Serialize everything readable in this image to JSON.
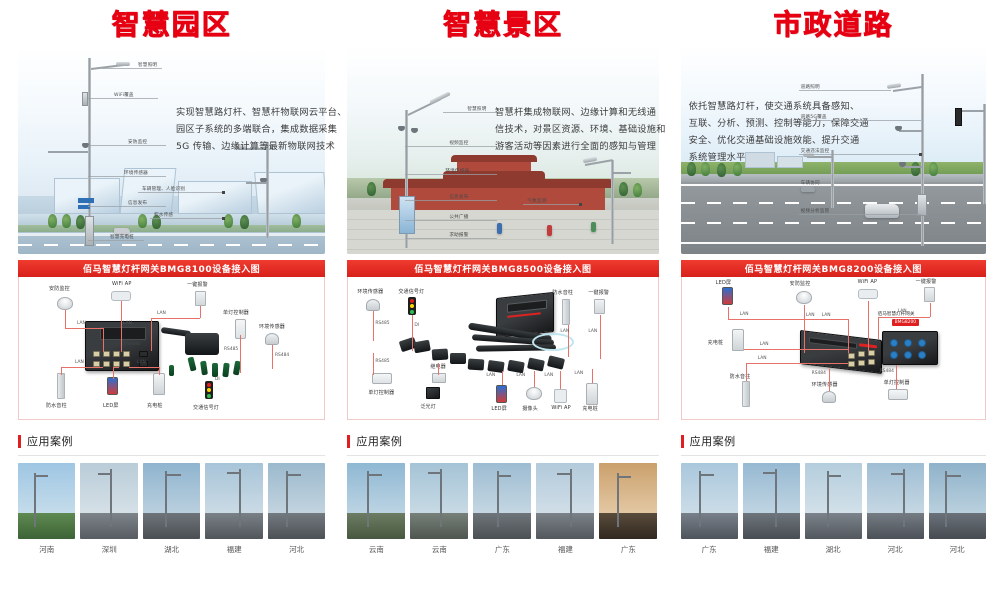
{
  "panels": [
    {
      "id": "smart-park",
      "title": "智慧园区",
      "description": [
        "实现智慧路灯杆、智慧杆物联网云平台、",
        "园区子系统的多端联合，集成数据采集",
        "5G 传输、边缘计算等最新物联网技术"
      ],
      "pole_labels": [
        "智慧照明",
        "WiFi覆盖",
        "安防监控",
        "环境传感器",
        "信息发布",
        "智慧充电桩",
        "车辆管理、人脸识别",
        "积水传感"
      ],
      "banner": "佰马智慧灯杆网关BMG8100设备接入图",
      "diagram_labels": [
        "安防监控",
        "WiFi AP",
        "一键报警",
        "单灯控制器",
        "环境传感器",
        "防水音柱",
        "LED屏",
        "充电桩",
        "交通信号灯"
      ],
      "diagram_links": [
        "LAN",
        "LAN",
        "LAN",
        "LAN",
        "LAN",
        "LAN",
        "RS485",
        "RS484",
        "DI"
      ],
      "case_title": "应用案例",
      "cases": [
        "河南",
        "深圳",
        "湖北",
        "福建",
        "河北"
      ]
    },
    {
      "id": "smart-scenic",
      "title": "智慧景区",
      "description": [
        "智慧杆集成物联网、边缘计算和无线通",
        "信技术，对景区资源、环境、基础设施和",
        "游客活动等因素进行全面的感知与管理"
      ],
      "pole_labels": [
        "智慧照明",
        "视频监控",
        "环境传感器",
        "信息发布",
        "公共广播",
        "求助报警",
        "气象监测"
      ],
      "banner": "佰马智慧灯杆网关BMG8500设备接入图",
      "diagram_labels": [
        "环境传感器",
        "交通信号灯",
        "单灯控制器",
        "继电器",
        "泛光灯",
        "防水音柱",
        "一键报警",
        "LED屏",
        "摄像头",
        "WiFi AP",
        "充电桩"
      ],
      "diagram_links": [
        "RS485",
        "RS485",
        "DI",
        "LAN",
        "LAN",
        "LAN",
        "LAN",
        "LAN",
        "LAN"
      ],
      "case_title": "应用案例",
      "cases": [
        "云南",
        "云南",
        "广东",
        "福建",
        "广东"
      ]
    },
    {
      "id": "municipal-road",
      "title": "市政道路",
      "description": [
        "依托智慧路灯杆，使交通系统具备感知、",
        "互联、分析、预测、控制等能力，保障交通",
        "安全、优化交通基础设施效能、提升交通",
        "系统管理水平"
      ],
      "pole_labels": [
        "道路照明",
        "道路5G覆盖",
        "交通违法监控",
        "车辆协同",
        "视频分析监管"
      ],
      "banner": "佰马智慧灯杆网关BMG8200设备接入图",
      "diagram_labels": [
        "LED屏",
        "安防监控",
        "WiFi AP",
        "一键报警",
        "充电桩",
        "防水音柱",
        "环境传感器",
        "单灯控制器"
      ],
      "diagram_links": [
        "LAN",
        "LAN",
        "LAN",
        "LAN",
        "LAN",
        "LAN",
        "RS484",
        "RS484"
      ],
      "gateway_tag": "佰马智慧灯杆网关",
      "gateway_chip": "BMG8200",
      "case_title": "应用案例",
      "cases": [
        "广东",
        "福建",
        "湖北",
        "河北",
        "河北"
      ]
    }
  ],
  "colors": {
    "title_red": "#e60012",
    "banner_red": "#e02020",
    "wire_red": "#e8726a",
    "text_dark": "#3b3b3b"
  }
}
